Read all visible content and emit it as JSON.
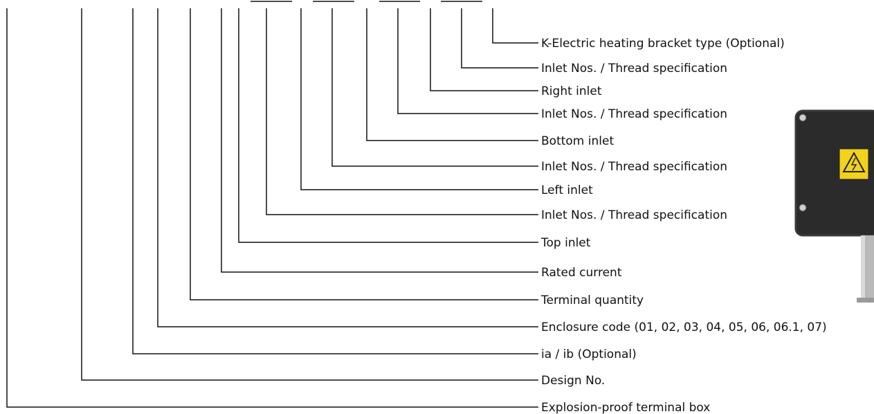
{
  "labels": [
    "K-Electric heating bracket type (Optional)",
    "Inlet Nos. / Thread specification",
    "Right inlet",
    "Inlet Nos. / Thread specification",
    "Bottom inlet",
    "Inlet Nos. / Thread specification",
    "Left inlet",
    "Inlet Nos. / Thread specification",
    "Top inlet",
    "Rated current",
    "Terminal quantity",
    "Enclosure code (01, 02, 03, 04, 05, 06, 06.1, 07)",
    "ia / ib (Optional)",
    "Design No.",
    "Explosion-proof terminal box"
  ],
  "product_image": {
    "description_icon": "electric-hazard-warning-icon",
    "enclosure_color": "#2b2b2b",
    "warning_color": "#f2d21a"
  }
}
